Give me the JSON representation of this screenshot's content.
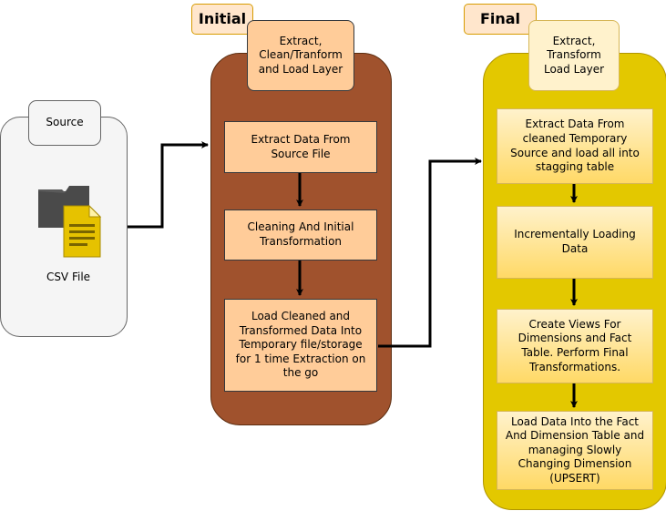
{
  "source": {
    "label": "Source",
    "file_caption": "CSV File",
    "icon": "folder-with-csv-document-icon"
  },
  "initial": {
    "header": "Initial",
    "layer_label": "Extract, Clean/Tranform and Load Layer",
    "steps": [
      "Extract Data From Source File",
      "Cleaning And Initial Transformation",
      "Load Cleaned and Transformed Data Into Temporary file/storage for 1 time Extraction on the go"
    ]
  },
  "final": {
    "header": "Final",
    "layer_label": "Extract, Transform Load Layer",
    "steps": [
      "Extract Data From cleaned Temporary Source and load all into stagging table",
      "Incrementally Loading Data",
      "Create Views For Dimensions and Fact Table. Perform Final Transformations.",
      "Load Data Into the Fact And Dimension Table and managing Slowly Changing Dimension (UPSERT)"
    ]
  },
  "colors": {
    "initial_container": "#a0522d",
    "final_container": "#e3c800",
    "initial_step": "#ffcc99",
    "final_step": "#fff2cc",
    "source_container": "#f5f5f5"
  }
}
